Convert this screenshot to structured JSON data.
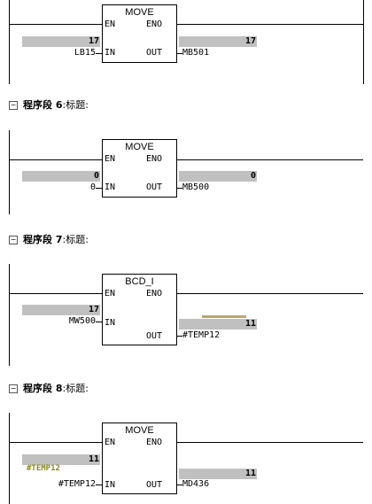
{
  "networks": [
    {
      "header": null,
      "block": "MOVE",
      "en": "EN",
      "eno": "ENO",
      "in": "IN",
      "out": "OUT",
      "in_value": "17",
      "in_operand": "LB15",
      "out_value": "17",
      "out_operand": "MB501"
    },
    {
      "header": {
        "label": "程序段",
        "number": "6",
        "title": "标题:",
        "toggle": "−"
      },
      "block": "MOVE",
      "en": "EN",
      "eno": "ENO",
      "in": "IN",
      "out": "OUT",
      "in_value": "0",
      "in_operand": "0",
      "out_value": "0",
      "out_operand": "MB500"
    },
    {
      "header": {
        "label": "程序段",
        "number": "7",
        "title": "标题:",
        "toggle": "−"
      },
      "block": "BCD_I",
      "en": "EN",
      "eno": "ENO",
      "in": "IN",
      "out": "OUT",
      "in_value": "17",
      "in_operand": "MW500",
      "out_value": "11",
      "out_operand": "#TEMP12"
    },
    {
      "header": {
        "label": "程序段",
        "number": "8",
        "title": "标题:",
        "toggle": "−"
      },
      "block": "MOVE",
      "en": "EN",
      "eno": "ENO",
      "in": "IN",
      "out": "OUT",
      "in_value": "11",
      "in_tag": "#TEMP12",
      "in_operand": "#TEMP12",
      "out_value": "11",
      "out_operand": "MD436"
    }
  ],
  "colors": {
    "monitor_bar": "#c0c0c0",
    "tag_text": "#8a8a1a"
  }
}
